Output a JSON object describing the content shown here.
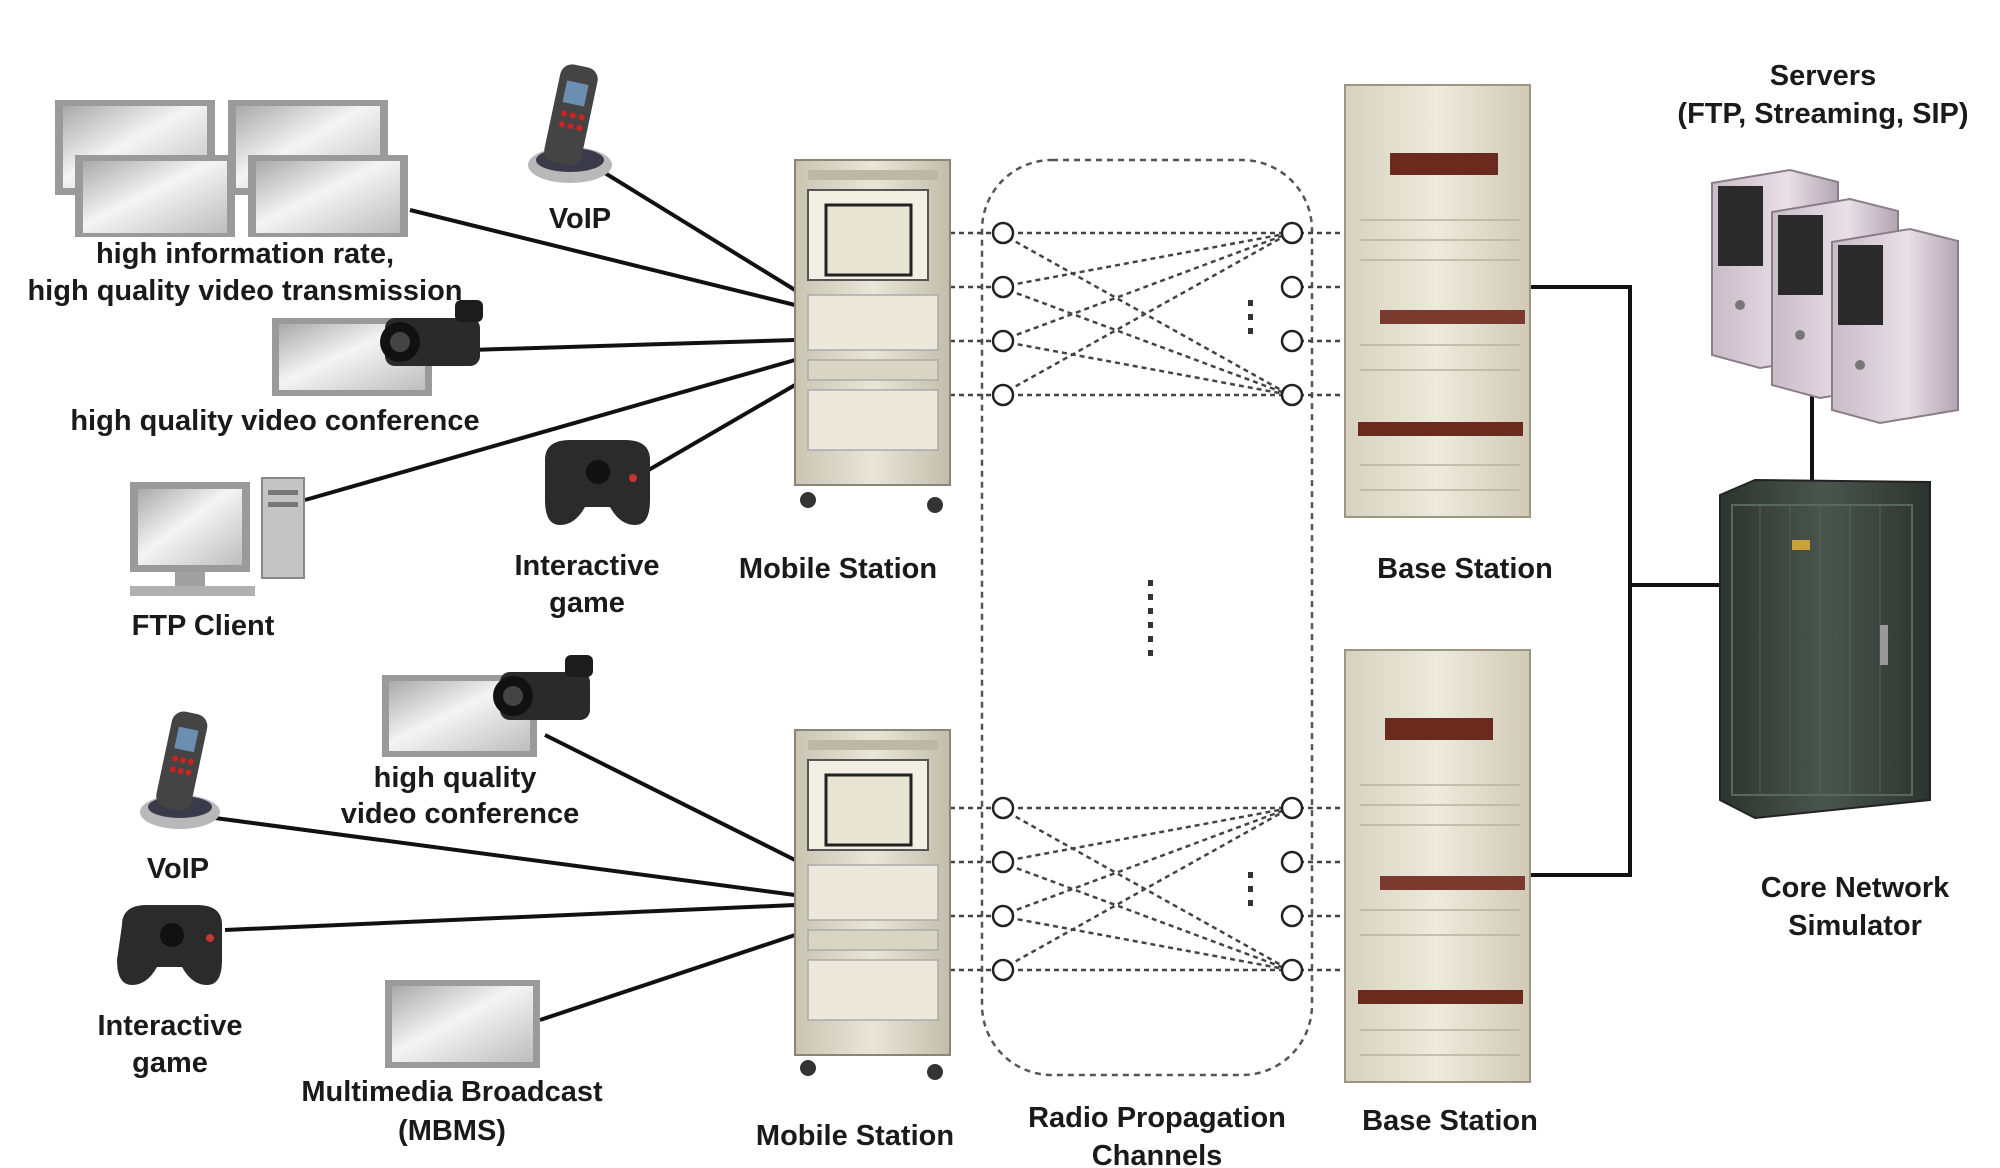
{
  "labels": {
    "high_info_line1": "high information rate,",
    "high_info_line2": "high quality video transmission",
    "voip_top": "VoIP",
    "hq_video_conf_top": "high quality video conference",
    "ftp_client": "FTP Client",
    "interactive_game_top_l1": "Interactive",
    "interactive_game_top_l2": "game",
    "mobile_station_top": "Mobile Station",
    "base_station_top": "Base Station",
    "servers_l1": "Servers",
    "servers_l2": "(FTP, Streaming, SIP)",
    "hq_video_conf_bottom_l1": "high quality",
    "hq_video_conf_bottom_l2": "video conference",
    "voip_bottom": "VoIP",
    "interactive_game_bottom_l1": "Interactive",
    "interactive_game_bottom_l2": "game",
    "mbms_l1": "Multimedia Broadcast",
    "mbms_l2": "(MBMS)",
    "mobile_station_bottom": "Mobile Station",
    "radio_l1": "Radio Propagation",
    "radio_l2": "Channels",
    "base_station_bottom": "Base Station",
    "core_l1": "Core Network",
    "core_l2": "Simulator"
  },
  "colors": {
    "link": "#111111",
    "rack_frame": "#d8d3c2",
    "rack_panel": "#ece9dc",
    "bs_cabinet": "#e6e1cf",
    "bs_display": "#6a2a1e",
    "core_cabinet": "#3d4740",
    "server_case": "#d9cfd8",
    "server_front": "#2a2a2a",
    "monitor": "#cfcfcf",
    "controller": "#2b2b2b"
  }
}
